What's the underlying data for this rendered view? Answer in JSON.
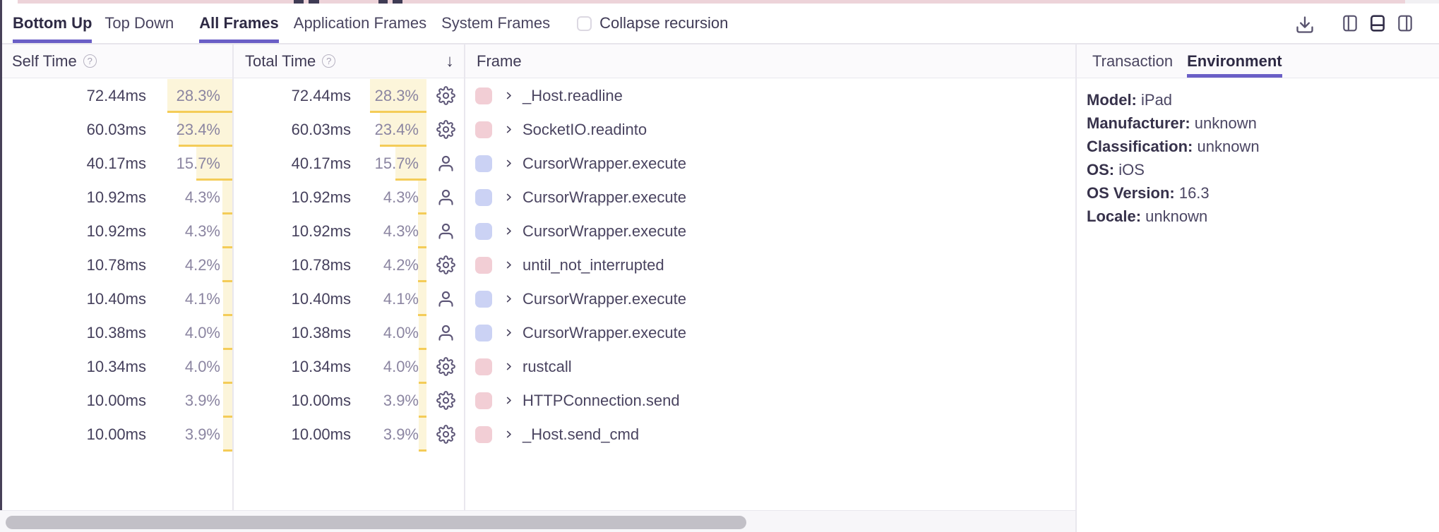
{
  "toolbar": {
    "tabs": [
      {
        "label": "Bottom Up",
        "active": true
      },
      {
        "label": "Top Down",
        "active": false
      },
      {
        "label": "All Frames",
        "active": true
      },
      {
        "label": "Application Frames",
        "active": false
      },
      {
        "label": "System Frames",
        "active": false
      }
    ],
    "collapse_recursion": {
      "label": "Collapse recursion",
      "checked": false
    },
    "actions": [
      {
        "icon": "download-icon"
      },
      {
        "icon": "panel-left-icon",
        "active": false
      },
      {
        "icon": "panel-bottom-icon",
        "active": true
      },
      {
        "icon": "panel-right-icon",
        "active": false
      }
    ]
  },
  "icons": {
    "help": "?",
    "sort_desc": "↓",
    "chevron": "›"
  },
  "table": {
    "headers": {
      "self_time": "Self Time",
      "total_time": "Total Time",
      "frame": "Frame"
    },
    "sorted_by": "total_time",
    "sort_direction": "descending",
    "rows": [
      {
        "self_time": "72.44ms",
        "self_pct": "28.3%",
        "total_time": "72.44ms",
        "total_pct": "28.3%",
        "icon": "gear-icon",
        "swatch": "pink",
        "frame": "_Host.readline"
      },
      {
        "self_time": "60.03ms",
        "self_pct": "23.4%",
        "total_time": "60.03ms",
        "total_pct": "23.4%",
        "icon": "gear-icon",
        "swatch": "pink",
        "frame": "SocketIO.readinto"
      },
      {
        "self_time": "40.17ms",
        "self_pct": "15.7%",
        "total_time": "40.17ms",
        "total_pct": "15.7%",
        "icon": "user-icon",
        "swatch": "blue",
        "frame": "CursorWrapper.execute"
      },
      {
        "self_time": "10.92ms",
        "self_pct": "4.3%",
        "total_time": "10.92ms",
        "total_pct": "4.3%",
        "icon": "user-icon",
        "swatch": "blue",
        "frame": "CursorWrapper.execute"
      },
      {
        "self_time": "10.92ms",
        "self_pct": "4.3%",
        "total_time": "10.92ms",
        "total_pct": "4.3%",
        "icon": "user-icon",
        "swatch": "blue",
        "frame": "CursorWrapper.execute"
      },
      {
        "self_time": "10.78ms",
        "self_pct": "4.2%",
        "total_time": "10.78ms",
        "total_pct": "4.2%",
        "icon": "gear-icon",
        "swatch": "pink",
        "frame": "until_not_interrupted"
      },
      {
        "self_time": "10.40ms",
        "self_pct": "4.1%",
        "total_time": "10.40ms",
        "total_pct": "4.1%",
        "icon": "user-icon",
        "swatch": "blue",
        "frame": "CursorWrapper.execute"
      },
      {
        "self_time": "10.38ms",
        "self_pct": "4.0%",
        "total_time": "10.38ms",
        "total_pct": "4.0%",
        "icon": "user-icon",
        "swatch": "blue",
        "frame": "CursorWrapper.execute"
      },
      {
        "self_time": "10.34ms",
        "self_pct": "4.0%",
        "total_time": "10.34ms",
        "total_pct": "4.0%",
        "icon": "gear-icon",
        "swatch": "pink",
        "frame": "rustcall"
      },
      {
        "self_time": "10.00ms",
        "self_pct": "3.9%",
        "total_time": "10.00ms",
        "total_pct": "3.9%",
        "icon": "gear-icon",
        "swatch": "pink",
        "frame": "HTTPConnection.send"
      },
      {
        "self_time": "10.00ms",
        "self_pct": "3.9%",
        "total_time": "10.00ms",
        "total_pct": "3.9%",
        "icon": "gear-icon",
        "swatch": "pink",
        "frame": "_Host.send_cmd"
      }
    ]
  },
  "panel": {
    "tabs": [
      {
        "label": "Transaction",
        "active": false
      },
      {
        "label": "Environment",
        "active": true
      }
    ],
    "environment": [
      {
        "label": "Model:",
        "value": "iPad"
      },
      {
        "label": "Manufacturer:",
        "value": "unknown"
      },
      {
        "label": "Classification:",
        "value": "unknown"
      },
      {
        "label": "OS:",
        "value": "iOS"
      },
      {
        "label": "OS Version:",
        "value": "16.3"
      },
      {
        "label": "Locale:",
        "value": "unknown"
      }
    ]
  },
  "colors": {
    "accent": "#6a5ec6",
    "bar_fill": "#fcf5da",
    "bar_edge": "#f4cc58",
    "pink": "#f2ced5",
    "blue": "#cbd2f4",
    "strip_pink": "#edd3d9",
    "scroll_thumb": "#c2c0c7"
  }
}
